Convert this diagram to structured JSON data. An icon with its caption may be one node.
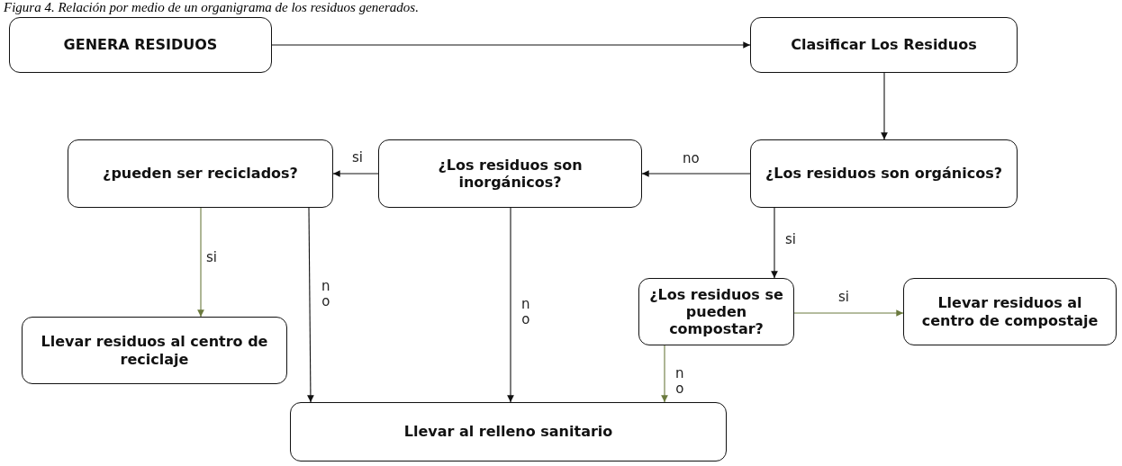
{
  "diagram": {
    "title": "Figura 4. Relación por medio de un organigrama de los residuos generados.",
    "nodes": [
      {
        "text": [
          "GENERA RESIDUOS"
        ]
      },
      {
        "text": [
          "Clasificar Los Residuos"
        ]
      },
      {
        "text": [
          "¿pueden ser reciclados?"
        ]
      },
      {
        "text": [
          "¿Los residuos son inorgánicos?"
        ]
      },
      {
        "text": [
          "¿Los residuos son orgánicos?"
        ]
      },
      {
        "text": [
          "Llevar residuos al centro de reciclaje"
        ]
      },
      {
        "text": [
          "¿Los residuos se pueden compostar?"
        ]
      },
      {
        "text": [
          "Llevar residuos al centro de compostaje"
        ]
      },
      {
        "text": [
          "Llevar al relleno sanitario"
        ]
      }
    ],
    "edges": [
      {
        "from": 0,
        "to": 1,
        "arrow": "to"
      },
      {
        "from": 1,
        "to": 4,
        "arrow": "to"
      },
      {
        "from": 4,
        "to": 3,
        "arrow": "to",
        "label": "no"
      },
      {
        "from": 3,
        "to": 2,
        "arrow": "to",
        "label": "si"
      },
      {
        "from": 2,
        "to": 5,
        "arrow": "to",
        "label": "si",
        "color": "#6b7a3e"
      },
      {
        "from": 2,
        "to": 8,
        "arrow": "to",
        "label": "no"
      },
      {
        "from": 3,
        "to": 8,
        "arrow": "to",
        "label": "no"
      },
      {
        "from": 4,
        "to": 6,
        "arrow": "to",
        "label": "si"
      },
      {
        "from": 6,
        "to": 7,
        "arrow": "to",
        "label": "si",
        "color": "#6b7a3e"
      },
      {
        "from": 6,
        "to": 8,
        "arrow": "to",
        "label": "no",
        "color": "#6b7a3e"
      }
    ]
  }
}
